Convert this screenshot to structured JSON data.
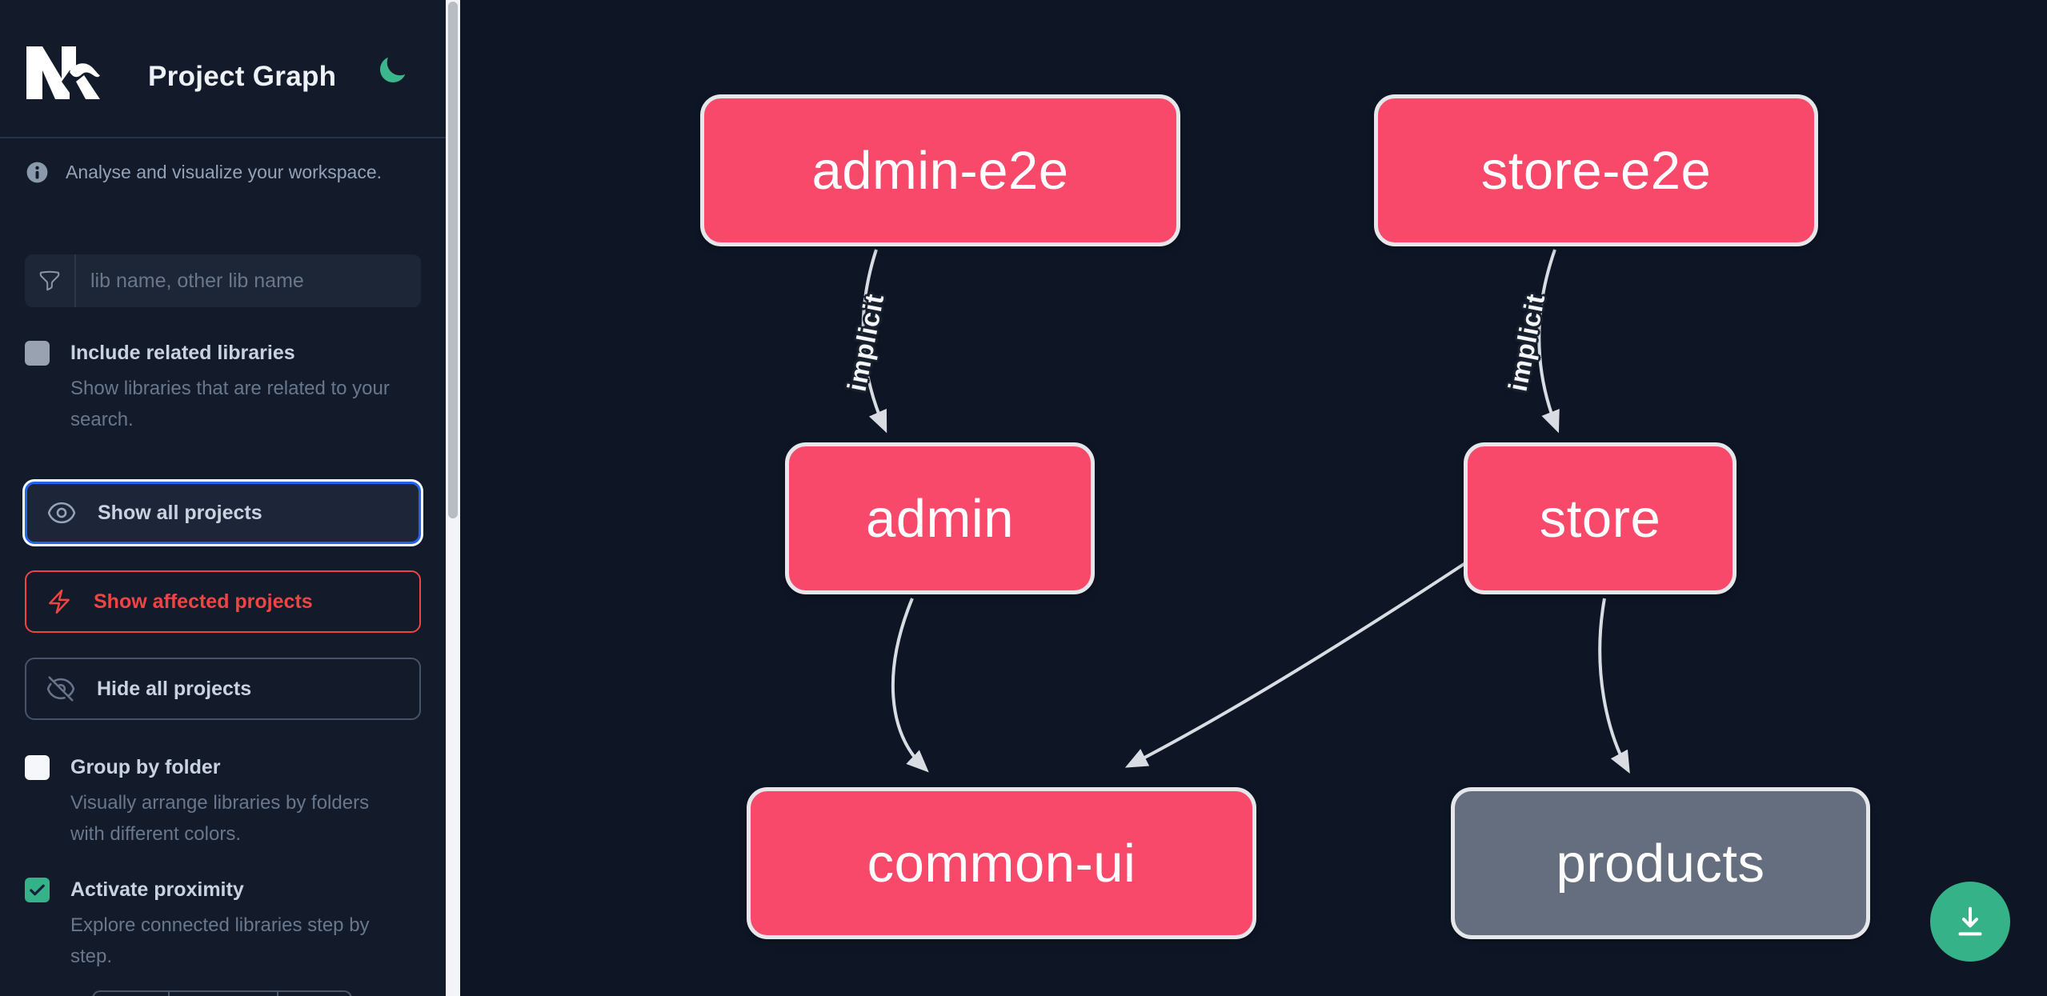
{
  "app": {
    "title": "Project Graph",
    "logo_text": "Nx"
  },
  "sidebar": {
    "tagline": "Analyse and visualize your workspace.",
    "search": {
      "placeholder": "lib name, other lib name"
    },
    "options": [
      {
        "label": "Include related libraries",
        "description": "Show libraries that are related to your search.",
        "checked": false,
        "variant": "gray"
      },
      {
        "label": "Group by folder",
        "description": "Visually arrange libraries by folders with different colors.",
        "checked": false,
        "variant": "white"
      },
      {
        "label": "Activate proximity",
        "description": "Explore connected libraries step by step.",
        "checked": true,
        "variant": "green"
      }
    ],
    "actions": [
      {
        "label": "Show all projects",
        "icon": "eye-icon",
        "state": "focused"
      },
      {
        "label": "Show affected projects",
        "icon": "bolt-icon",
        "state": "danger"
      },
      {
        "label": "Hide all projects",
        "icon": "eye-slash-icon",
        "state": "default"
      }
    ]
  },
  "graph": {
    "nodes": [
      {
        "id": "admin-e2e",
        "label": "admin-e2e",
        "type": "affected"
      },
      {
        "id": "store-e2e",
        "label": "store-e2e",
        "type": "affected"
      },
      {
        "id": "admin",
        "label": "admin",
        "type": "affected"
      },
      {
        "id": "store",
        "label": "store",
        "type": "affected"
      },
      {
        "id": "common-ui",
        "label": "common-ui",
        "type": "affected"
      },
      {
        "id": "products",
        "label": "products",
        "type": "normal"
      }
    ],
    "edges": [
      {
        "from": "admin-e2e",
        "to": "admin",
        "label": "implicit"
      },
      {
        "from": "store-e2e",
        "to": "store",
        "label": "implicit"
      },
      {
        "from": "admin",
        "to": "common-ui",
        "label": ""
      },
      {
        "from": "store",
        "to": "common-ui",
        "label": ""
      },
      {
        "from": "store",
        "to": "products",
        "label": ""
      }
    ]
  },
  "colors": {
    "bg-graph": "#0e1626",
    "bg-sidebar": "#131b2b",
    "panel": "#1d2636",
    "divider": "#27334a",
    "text-strong": "#eef2f7",
    "text-label": "#c9d3e0",
    "text-muted": "#68778c",
    "text-info": "#93a2b7",
    "accent-green": "#35b287",
    "accent-blue": "#2563eb",
    "accent-red": "#ef4444",
    "node-pink": "#f8496b",
    "node-gray": "#656e7e",
    "node-border": "#e5e7ea",
    "edge": "#d9dde3",
    "scroll-track": "#f2f4f7",
    "scroll-thumb": "#b8bcc3",
    "btn-border-gray": "#46536a"
  }
}
